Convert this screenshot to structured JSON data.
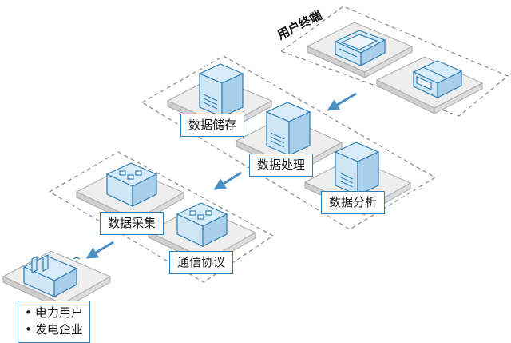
{
  "diagram": {
    "title": "用户终端",
    "labels": {
      "storage": "数据储存",
      "processing": "数据处理",
      "analysis": "数据分析",
      "collection": "数据采集",
      "protocol": "通信协议"
    },
    "sources": [
      "电力用户",
      "发电企业"
    ],
    "colors": {
      "accent": "#2f7fb6",
      "device_fill": "#cfe6f7",
      "device_side": "#a9cfea",
      "platform_top": "#eeeeee",
      "platform_side": "#cfcfcf",
      "dashed": "#888888",
      "arrow": "#4a8fc2"
    },
    "icons": [
      "monitor-device-icon",
      "printer-device-icon",
      "server-icon",
      "building-icon",
      "factory-icon"
    ]
  }
}
